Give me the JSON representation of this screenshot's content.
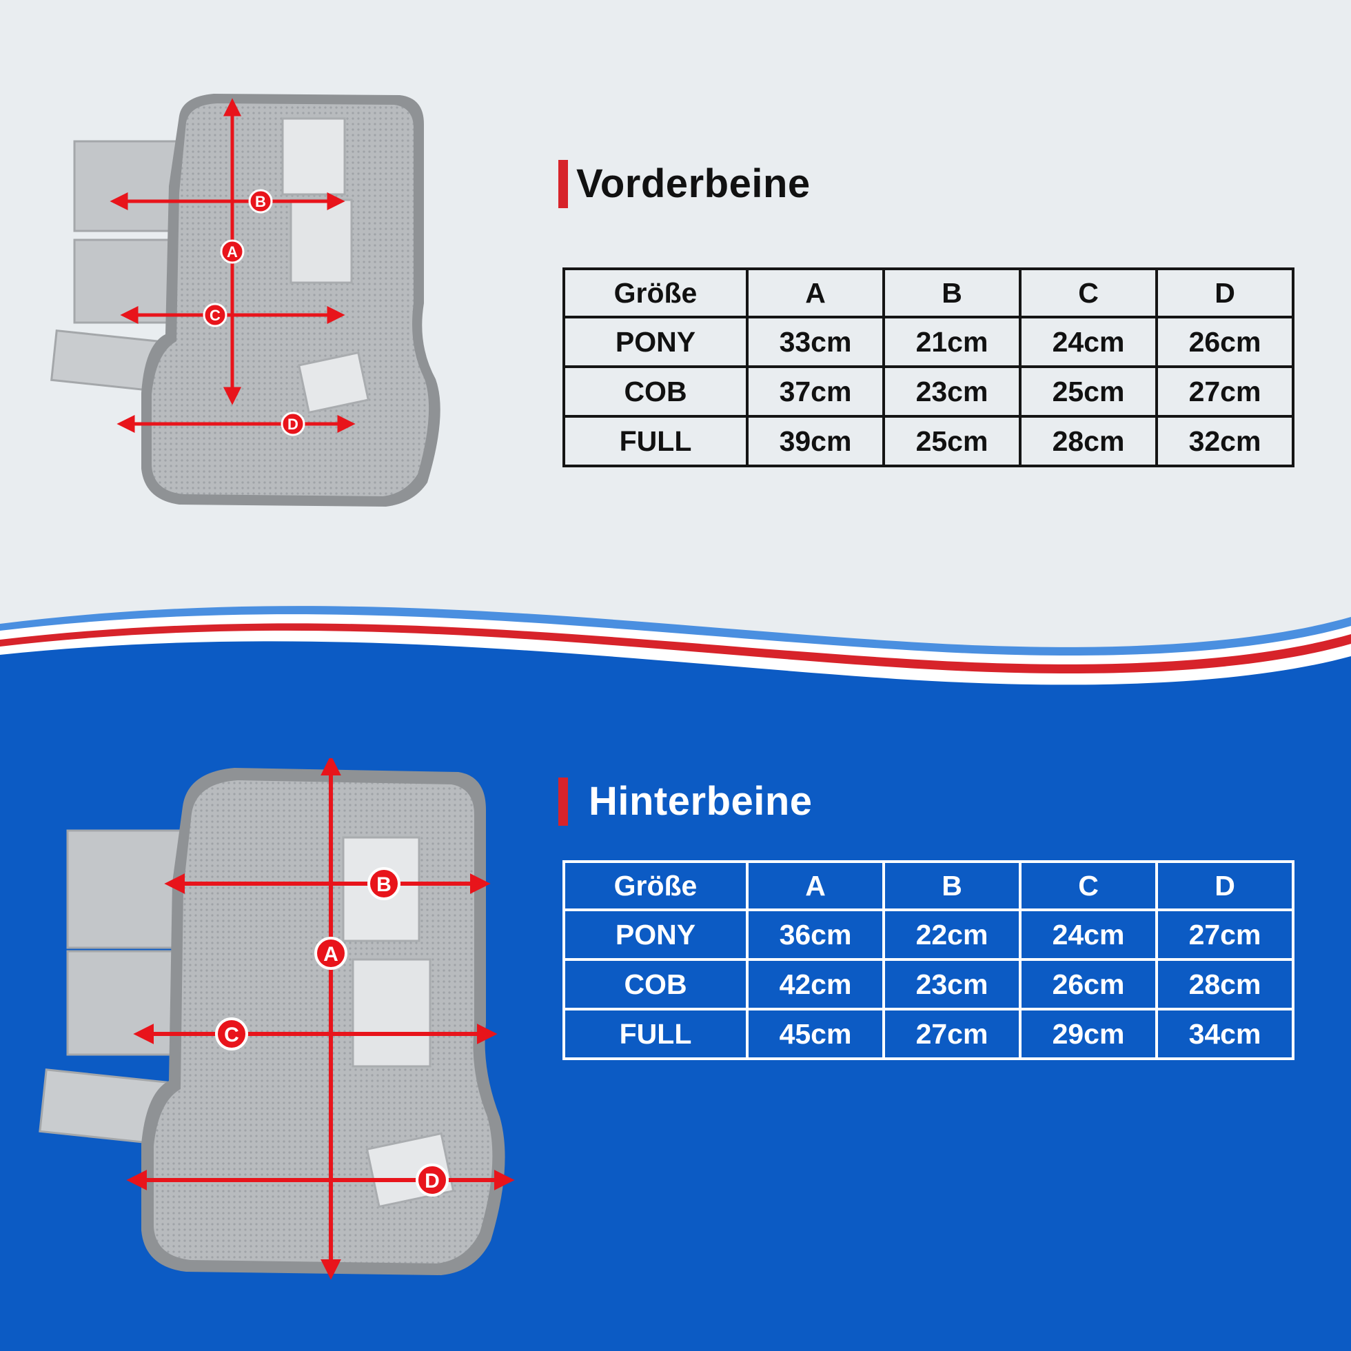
{
  "front": {
    "title": "Vorderbeine",
    "headers": [
      "Größe",
      "A",
      "B",
      "C",
      "D"
    ],
    "rows": [
      [
        "PONY",
        "33cm",
        "21cm",
        "24cm",
        "26cm"
      ],
      [
        "COB",
        "37cm",
        "23cm",
        "25cm",
        "27cm"
      ],
      [
        "FULL",
        "39cm",
        "25cm",
        "28cm",
        "32cm"
      ]
    ],
    "markers": [
      "A",
      "B",
      "C",
      "D"
    ]
  },
  "hind": {
    "title": "Hinterbeine",
    "headers": [
      "Größe",
      "A",
      "B",
      "C",
      "D"
    ],
    "rows": [
      [
        "PONY",
        "36cm",
        "22cm",
        "24cm",
        "27cm"
      ],
      [
        "COB",
        "42cm",
        "23cm",
        "26cm",
        "28cm"
      ],
      [
        "FULL",
        "45cm",
        "27cm",
        "29cm",
        "34cm"
      ]
    ],
    "markers": [
      "A",
      "B",
      "C",
      "D"
    ]
  },
  "colors": {
    "top_background": "#e9edf0",
    "bottom_background": "#0c5bc4",
    "accent_red": "#d7232a",
    "accent_light_blue": "#4a8fe0",
    "measure_red": "#e8141b",
    "boot_fabric": "#b9bcbf",
    "boot_edge": "#8d9094"
  }
}
